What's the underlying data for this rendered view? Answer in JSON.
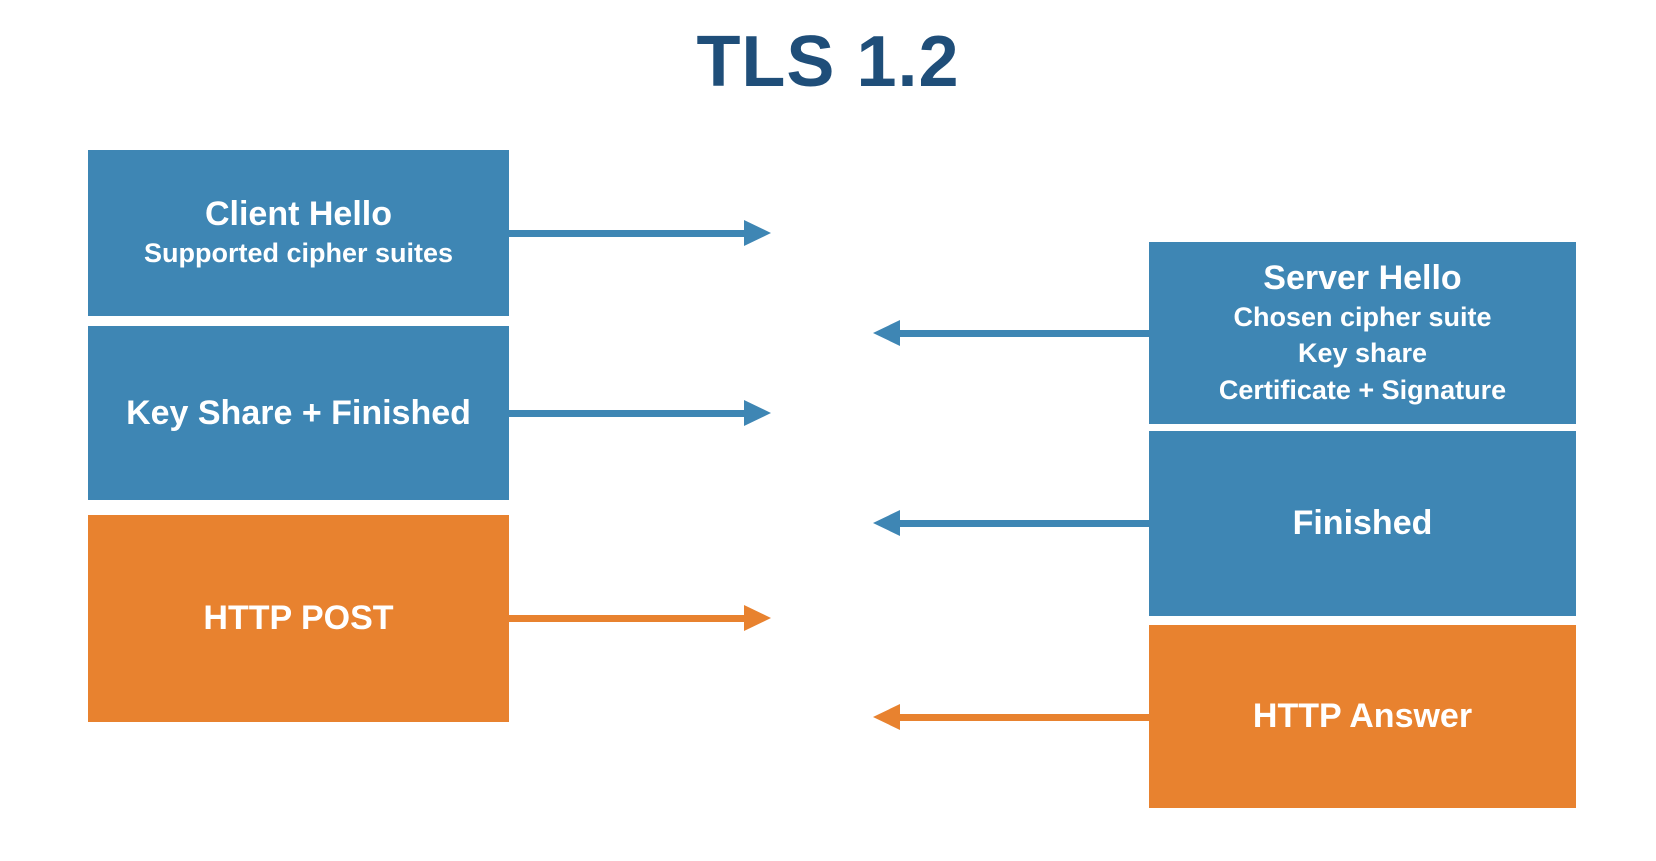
{
  "title": "TLS 1.2",
  "colors": {
    "box_blue": "#3E86B4",
    "box_orange": "#E8822F",
    "title_navy": "#1F4E79",
    "box_text": "#FFFFFF",
    "background": "#FFFFFF"
  },
  "client_column": {
    "boxes": [
      {
        "label": "Client Hello",
        "details": [
          "Supported cipher suites"
        ],
        "color": "blue"
      },
      {
        "label": "Key Share + Finished",
        "details": [],
        "color": "blue"
      },
      {
        "label": "HTTP POST",
        "details": [],
        "color": "orange"
      }
    ]
  },
  "server_column": {
    "boxes": [
      {
        "label": "Server Hello",
        "details": [
          "Chosen cipher suite",
          "Key share",
          "Certificate + Signature"
        ],
        "color": "blue"
      },
      {
        "label": "Finished",
        "details": [],
        "color": "blue"
      },
      {
        "label": "HTTP Answer",
        "details": [],
        "color": "orange"
      }
    ]
  },
  "arrows": [
    {
      "from": "Client Hello",
      "to": "Server",
      "direction": "right",
      "color": "blue"
    },
    {
      "from": "Server Hello",
      "to": "Client",
      "direction": "left",
      "color": "blue"
    },
    {
      "from": "Key Share + Finished",
      "to": "Server",
      "direction": "right",
      "color": "blue"
    },
    {
      "from": "Finished",
      "to": "Client",
      "direction": "left",
      "color": "blue"
    },
    {
      "from": "HTTP POST",
      "to": "Server",
      "direction": "right",
      "color": "orange"
    },
    {
      "from": "HTTP Answer",
      "to": "Client",
      "direction": "left",
      "color": "orange"
    }
  ]
}
